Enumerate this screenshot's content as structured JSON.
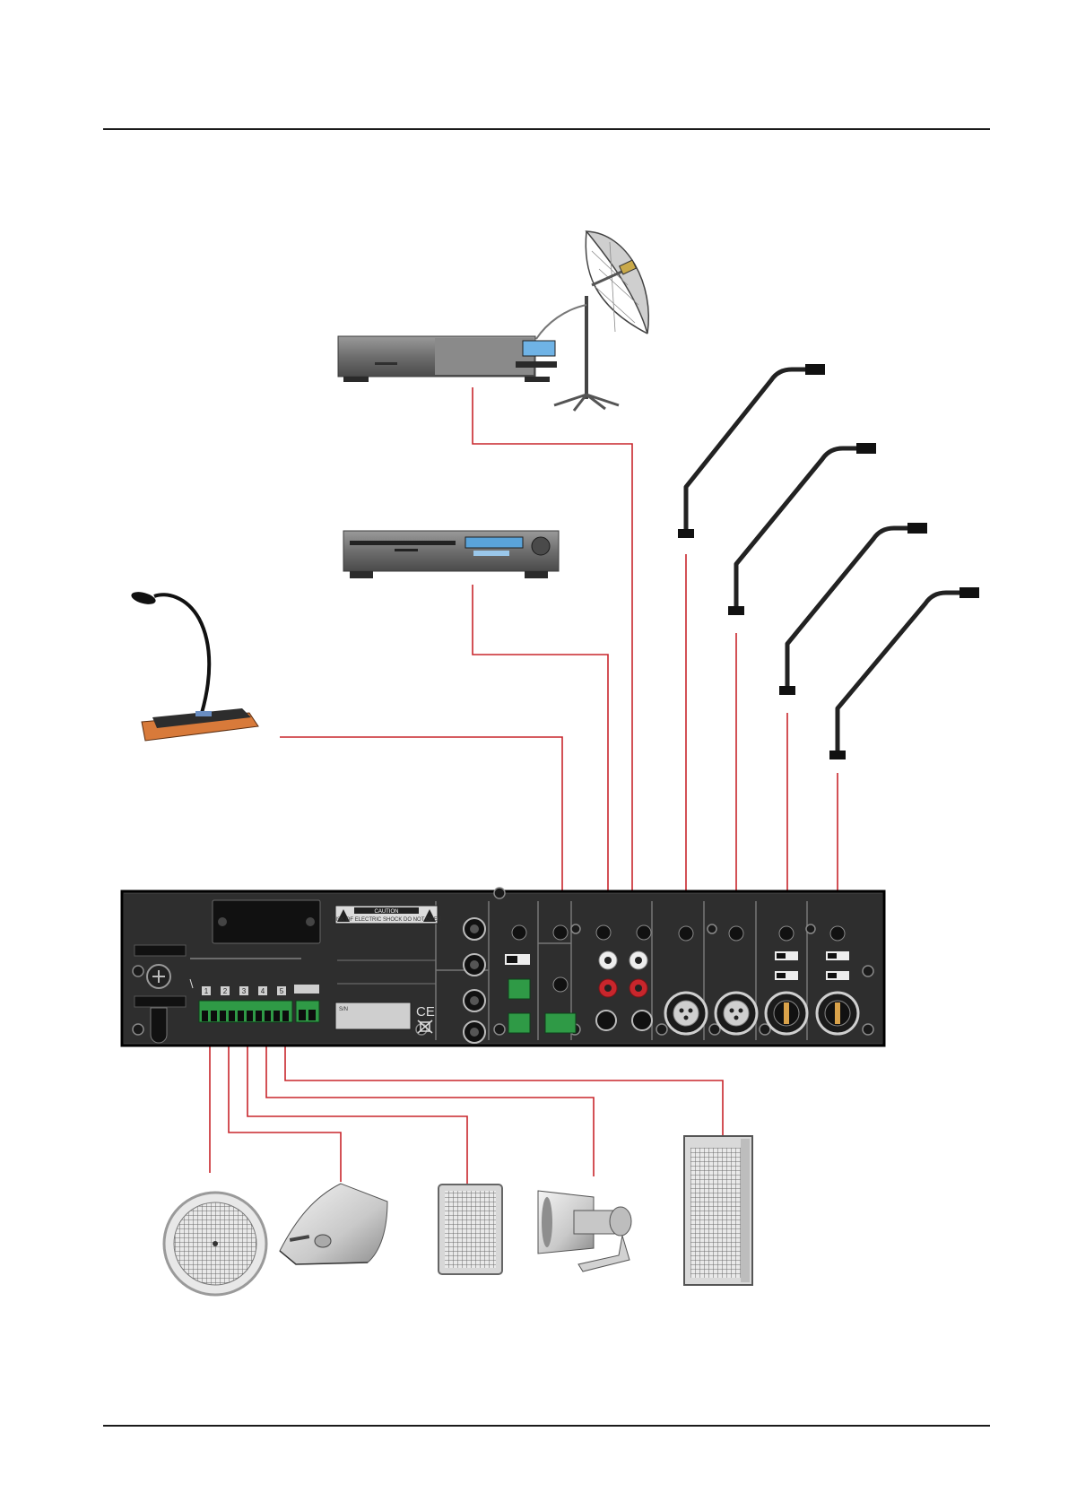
{
  "page": {
    "background": "#ffffff",
    "wire_color": "#c8262c"
  },
  "amplifier": {
    "caution_label": "CAUTION",
    "caution_subtext": "RISK OF ELECTRIC SHOCK DO NOT OPEN",
    "serial_label": "S/N",
    "ce_mark": "CE",
    "zone_terminal_numbers": [
      "1",
      "2",
      "3",
      "4",
      "5"
    ]
  },
  "sources": [
    {
      "name": "satellite-receiver"
    },
    {
      "name": "cd-player"
    },
    {
      "name": "paging-microphone"
    },
    {
      "name": "gooseneck-microphone-1"
    },
    {
      "name": "gooseneck-microphone-2"
    },
    {
      "name": "gooseneck-microphone-3"
    },
    {
      "name": "gooseneck-microphone-4"
    }
  ],
  "speakers": [
    {
      "name": "ceiling-speaker"
    },
    {
      "name": "wall-cabinet-speaker"
    },
    {
      "name": "flush-wall-speaker"
    },
    {
      "name": "horn-speaker"
    },
    {
      "name": "column-speaker"
    }
  ]
}
